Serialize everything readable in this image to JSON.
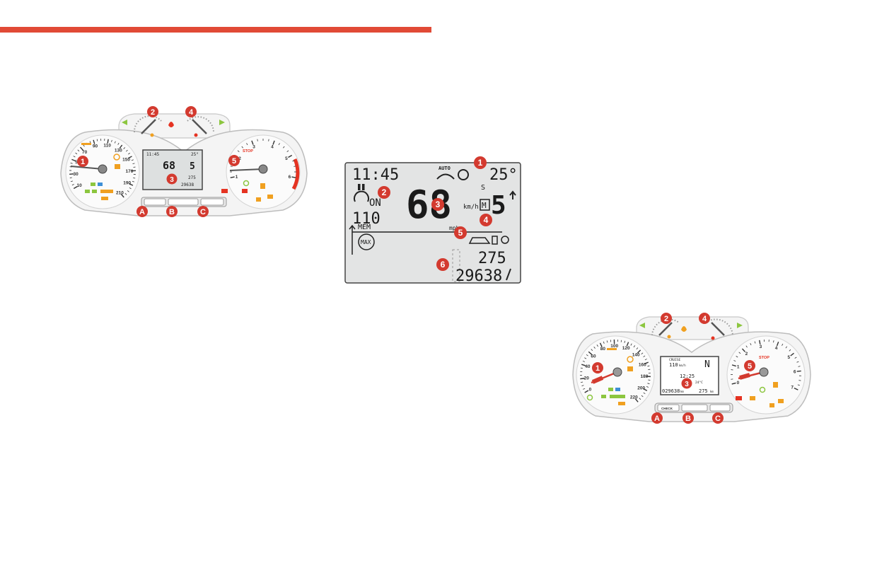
{
  "colors": {
    "accent": "#e14a36",
    "marker": "#d33a2f",
    "lcd_bg": "#e3e4e4",
    "orange": "#f0a020",
    "green": "#8cc63f",
    "red": "#e53322",
    "blue": "#3d8fd6"
  },
  "markers": {
    "m1": "1",
    "m2": "2",
    "m3": "3",
    "m4": "4",
    "m5": "5",
    "m6": "6",
    "a": "A",
    "b": "B",
    "c": "C"
  },
  "cluster1": {
    "speed_ticks": [
      "10",
      "30",
      "50",
      "70",
      "90",
      "110",
      "130",
      "150",
      "170",
      "190",
      "210"
    ],
    "rpm_ticks": [
      "1",
      "2",
      "3",
      "4",
      "5",
      "6"
    ],
    "stop": "STOP",
    "lcd": {
      "time": "11:45",
      "temp": "25°",
      "speed": "68",
      "gear": "5",
      "trip": "275",
      "odo": "29638"
    }
  },
  "display": {
    "time": "11:45",
    "auto": "AUTO",
    "temp": "25°",
    "on": "ON",
    "limit": "110",
    "speed": "68",
    "kmh": "km/h",
    "s": "S",
    "m": "M",
    "gear": "5",
    "mem": "MEM",
    "mph": "mph",
    "max": "MAX",
    "trip": "275",
    "odo": "29638"
  },
  "cluster2": {
    "speed_ticks": [
      "0",
      "20",
      "40",
      "60",
      "80",
      "100",
      "120",
      "140",
      "160",
      "180",
      "200",
      "220"
    ],
    "rpm_ticks": [
      "0",
      "1",
      "2",
      "3",
      "4",
      "5",
      "6",
      "7"
    ],
    "stop": "STOP",
    "screen": {
      "cruise": "CRUISE",
      "limit": "110",
      "unit": "km/h",
      "gear": "N",
      "time": "12:25",
      "temp": "24°C",
      "odo": "029638",
      "odo_unit": "km",
      "trip": "275",
      "trip_unit": "km"
    },
    "buttons": {
      "check": "CHECK"
    }
  }
}
